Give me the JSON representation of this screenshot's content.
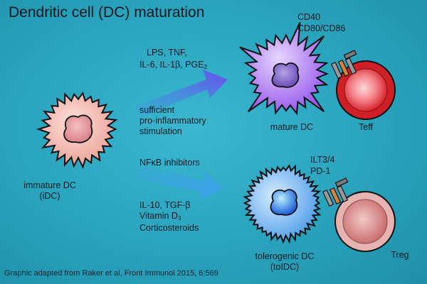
{
  "title": "Dendritic cell (DC) maturation",
  "upper_path": {
    "stimuli_line1": "LPS, TNF,",
    "stimuli_line2_prefix": "IL-6, IL-1β, PGE",
    "stimuli_line2_sub": "2",
    "condition_line1": "sufficient",
    "condition_line2": "pro-inflammatory",
    "condition_line3": "stimulation"
  },
  "lower_path": {
    "inhibitor_prefix": "NF",
    "inhibitor_kappa": "κ",
    "inhibitor_suffix": "B inhibitors",
    "factor1": "IL-10, TGF-β",
    "factor2_prefix": "Vitamin D",
    "factor2_sub": "3",
    "factor3": "Corticosteroids"
  },
  "cells": {
    "immature_dc_line1": "immature DC",
    "immature_dc_line2": "(iDC)",
    "mature_dc": "mature DC",
    "teff": "Teff",
    "tolerogenic_dc_line1": "tolerogenic DC",
    "tolerogenic_dc_line2": "(toIDC)",
    "treg": "Treg"
  },
  "markers": {
    "mature_line1": "CD40",
    "mature_line2": "CD80/CD86",
    "tolerogenic_line1": "ILT3/4",
    "tolerogenic_line2": "PD-1"
  },
  "footer": "Graphic adapted from Raker et al, Front Immunol 2015, 6:569",
  "colors": {
    "background": "#2aa3bd",
    "immature_dc": "#f2b3a8",
    "mature_dc": "#a46cf0",
    "tolerogenic_dc": "#5aa8ee",
    "teff": "#e8202a",
    "treg": "#e6a9a6",
    "upper_arrow": "#6a5cf0",
    "lower_arrow": "#3aa6ee"
  }
}
